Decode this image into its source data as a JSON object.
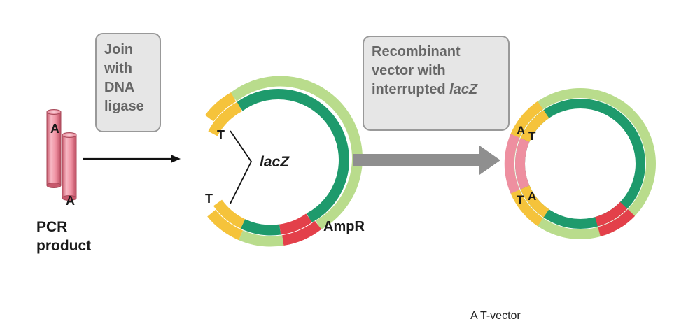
{
  "pcr": {
    "label_line1": "PCR",
    "label_line2": "product",
    "overhang_top": "A",
    "overhang_bottom": "A"
  },
  "ligase_box": {
    "line1": "Join",
    "line2": "with",
    "line3": "DNA",
    "line4": "ligase"
  },
  "vector": {
    "overhang_top": "T",
    "overhang_bottom": "T",
    "gene_label": "lacZ",
    "resistance_label": "AmpR"
  },
  "recombinant_box": {
    "line1": "Recombinant",
    "line2": "vector with",
    "line3_text": "interrupted ",
    "line3_italic": "lacZ"
  },
  "recombinant": {
    "top_outer": "A",
    "top_inner": "T",
    "bottom_outer": "T",
    "bottom_inner": "A"
  },
  "caption": "A T-vector",
  "colors": {
    "insert_pink": "#ee8fa0",
    "yellow": "#f5c33b",
    "light_green": "#b9dc8c",
    "dark_green": "#1e9a6c",
    "red": "#e3404a",
    "box_fill": "#e6e6e6",
    "box_stroke": "#999999",
    "arrow_grey": "#8f8f8f"
  }
}
